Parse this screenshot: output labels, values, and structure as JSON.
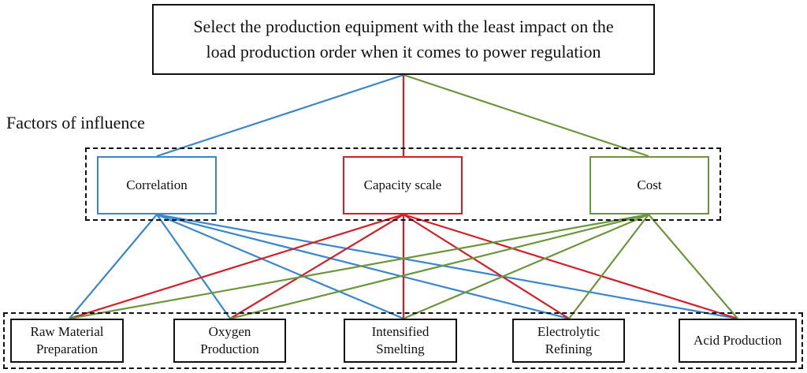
{
  "goal": {
    "line1": "Select the production equipment with the least impact on the",
    "line2": "load production order when it comes to power regulation"
  },
  "section_label": "Factors of influence",
  "factors": [
    {
      "label": "Correlation",
      "color": "#3b87cc"
    },
    {
      "label": "Capacity scale",
      "color": "#d1202a"
    },
    {
      "label": "Cost",
      "color": "#6d963c"
    }
  ],
  "alternatives": [
    {
      "line1": "Raw Material",
      "line2": "Preparation"
    },
    {
      "line1": "Oxygen",
      "line2": "Production"
    },
    {
      "line1": "Intensified",
      "line2": "Smelting"
    },
    {
      "line1": "Electrolytic",
      "line2": "Refining"
    },
    {
      "line1": "Acid Production",
      "line2": ""
    }
  ]
}
